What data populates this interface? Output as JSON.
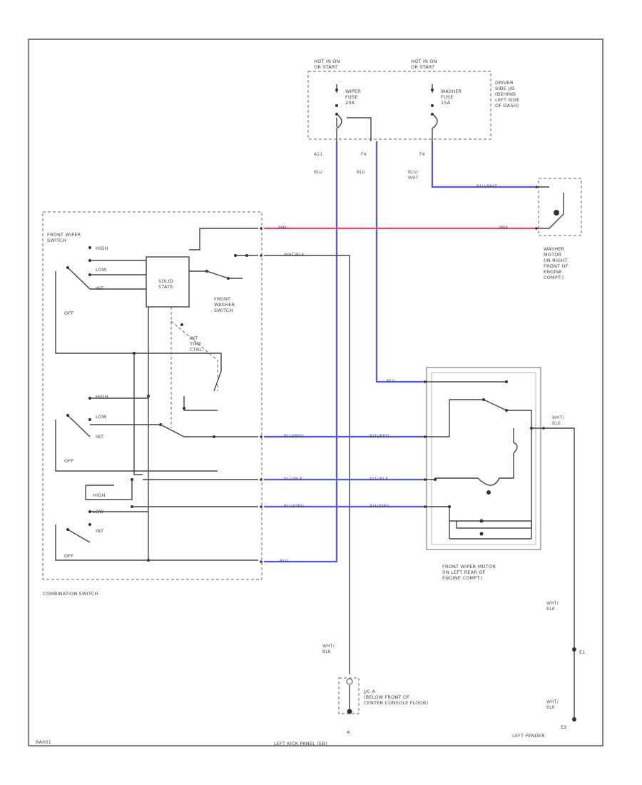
{
  "labels": {
    "hot_in_on_1": "HOT IN ON\nOR START",
    "hot_in_on_2": "HOT IN ON\nOR START",
    "wiper_fuse": "WIPER\nFUSE\n20A",
    "washer_fuse": "WASHER\nFUSE\n15A",
    "fuse_location": "DRIVER\nSIDE J/B\n(BEHIND\nLEFT SIDE\nOF DASH)",
    "front_wiper_switch": "FRONT WIPER\nSWITCH",
    "solid_state": "SOLID\nSTATE",
    "front_washer_switch": "FRONT\nWASHER\nSWITCH",
    "int_time": "INT\nTIME\nCTRL",
    "washer_motor": "WASHER\nMOTOR\n(IN RIGHT\nFRONT OF\nENGINE\nCOMPT.)",
    "front_wiper_motor": "FRONT WIPER MOTOR\n(IN LEFT REAR OF\nENGINE COMPT.)",
    "combination_switch": "COMBINATION SWITCH",
    "j_c": "J/C A\n(BELOW FRONT OF\nCENTER CONSOLE FLOOR)",
    "ground_left_fender": "LEFT FENDER",
    "ground_left_kick": "LEFT KICK PANEL (EB)",
    "e1": "E1",
    "ground_e2": "E2",
    "ground_a": "A",
    "footer": "RA001"
  },
  "switch_positions": [
    "HIGH",
    "LOW",
    "INT",
    "OFF"
  ],
  "wires": {
    "w_a11": "A11",
    "w_f4a": "F4",
    "w_f4b": "F4",
    "w_blu1": "BLU",
    "w_blu2": "BLU",
    "w_bluwht": "BLU/\nWHT",
    "w_bluwht2": "BLU/WHT",
    "w_pnk1": "PNK",
    "w_pnk2": "PNK",
    "w_whtblk": "WHT/BLK",
    "w_blu3": "BLU",
    "w_blured1": "BLU/RED",
    "w_blured2": "BLU/RED",
    "w_blublk1": "BLU/BLK",
    "w_blublk2": "BLU/BLK",
    "w_bluorg1": "BLU/ORG",
    "w_bluorg2": "BLU/ORG",
    "w_blu4": "BLU",
    "w_wht_blk1": "WHT/\nBLK",
    "w_wht_blk2": "WHT/\nBLK",
    "w_wht_blk3": "WHT/\nBLK",
    "w_wht_blk4": "WHT/\nBLK"
  },
  "colors": {
    "blue_wire": "#5555ee",
    "pink_wire": "#ee4466",
    "line": "#444444"
  }
}
